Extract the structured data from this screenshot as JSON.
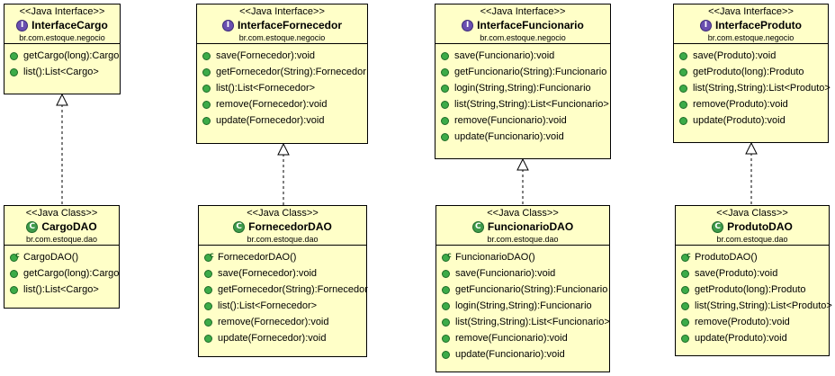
{
  "interface_stereotype": "<<Java Interface>>",
  "class_stereotype": "<<Java Class>>",
  "interface_package": "br.com.estoque.negocio",
  "class_package": "br.com.estoque.dao",
  "interfaces": [
    {
      "name": "InterfaceCargo",
      "methods": [
        "getCargo(long):Cargo",
        "list():List<Cargo>"
      ]
    },
    {
      "name": "InterfaceFornecedor",
      "methods": [
        "save(Fornecedor):void",
        "getFornecedor(String):Fornecedor",
        "list():List<Fornecedor>",
        "remove(Fornecedor):void",
        "update(Fornecedor):void"
      ]
    },
    {
      "name": "InterfaceFuncionario",
      "methods": [
        "save(Funcionario):void",
        "getFuncionario(String):Funcionario",
        "login(String,String):Funcionario",
        "list(String,String):List<Funcionario>",
        "remove(Funcionario):void",
        "update(Funcionario):void"
      ]
    },
    {
      "name": "InterfaceProduto",
      "methods": [
        "save(Produto):void",
        "getProduto(long):Produto",
        "list(String,String):List<Produto>",
        "remove(Produto):void",
        "update(Produto):void"
      ]
    }
  ],
  "classes": [
    {
      "name": "CargoDAO",
      "methods": [
        "CargoDAO()",
        "getCargo(long):Cargo",
        "list():List<Cargo>"
      ]
    },
    {
      "name": "FornecedorDAO",
      "methods": [
        "FornecedorDAO()",
        "save(Fornecedor):void",
        "getFornecedor(String):Fornecedor",
        "list():List<Fornecedor>",
        "remove(Fornecedor):void",
        "update(Fornecedor):void"
      ]
    },
    {
      "name": "FuncionarioDAO",
      "methods": [
        "FuncionarioDAO()",
        "save(Funcionario):void",
        "getFuncionario(String):Funcionario",
        "login(String,String):Funcionario",
        "list(String,String):List<Funcionario>",
        "remove(Funcionario):void",
        "update(Funcionario):void"
      ]
    },
    {
      "name": "ProdutoDAO",
      "methods": [
        "ProdutoDAO()",
        "save(Produto):void",
        "getProduto(long):Produto",
        "list(String,String):List<Produto>",
        "remove(Produto):void",
        "update(Produto):void"
      ]
    }
  ],
  "icons": {
    "interface_badge": "I",
    "class_badge": "C"
  },
  "colors": {
    "box_fill": "#ffffc8",
    "interface_icon": "#6a4fb0",
    "class_icon": "#3e9a4a",
    "method_dot": "#3cab48"
  }
}
